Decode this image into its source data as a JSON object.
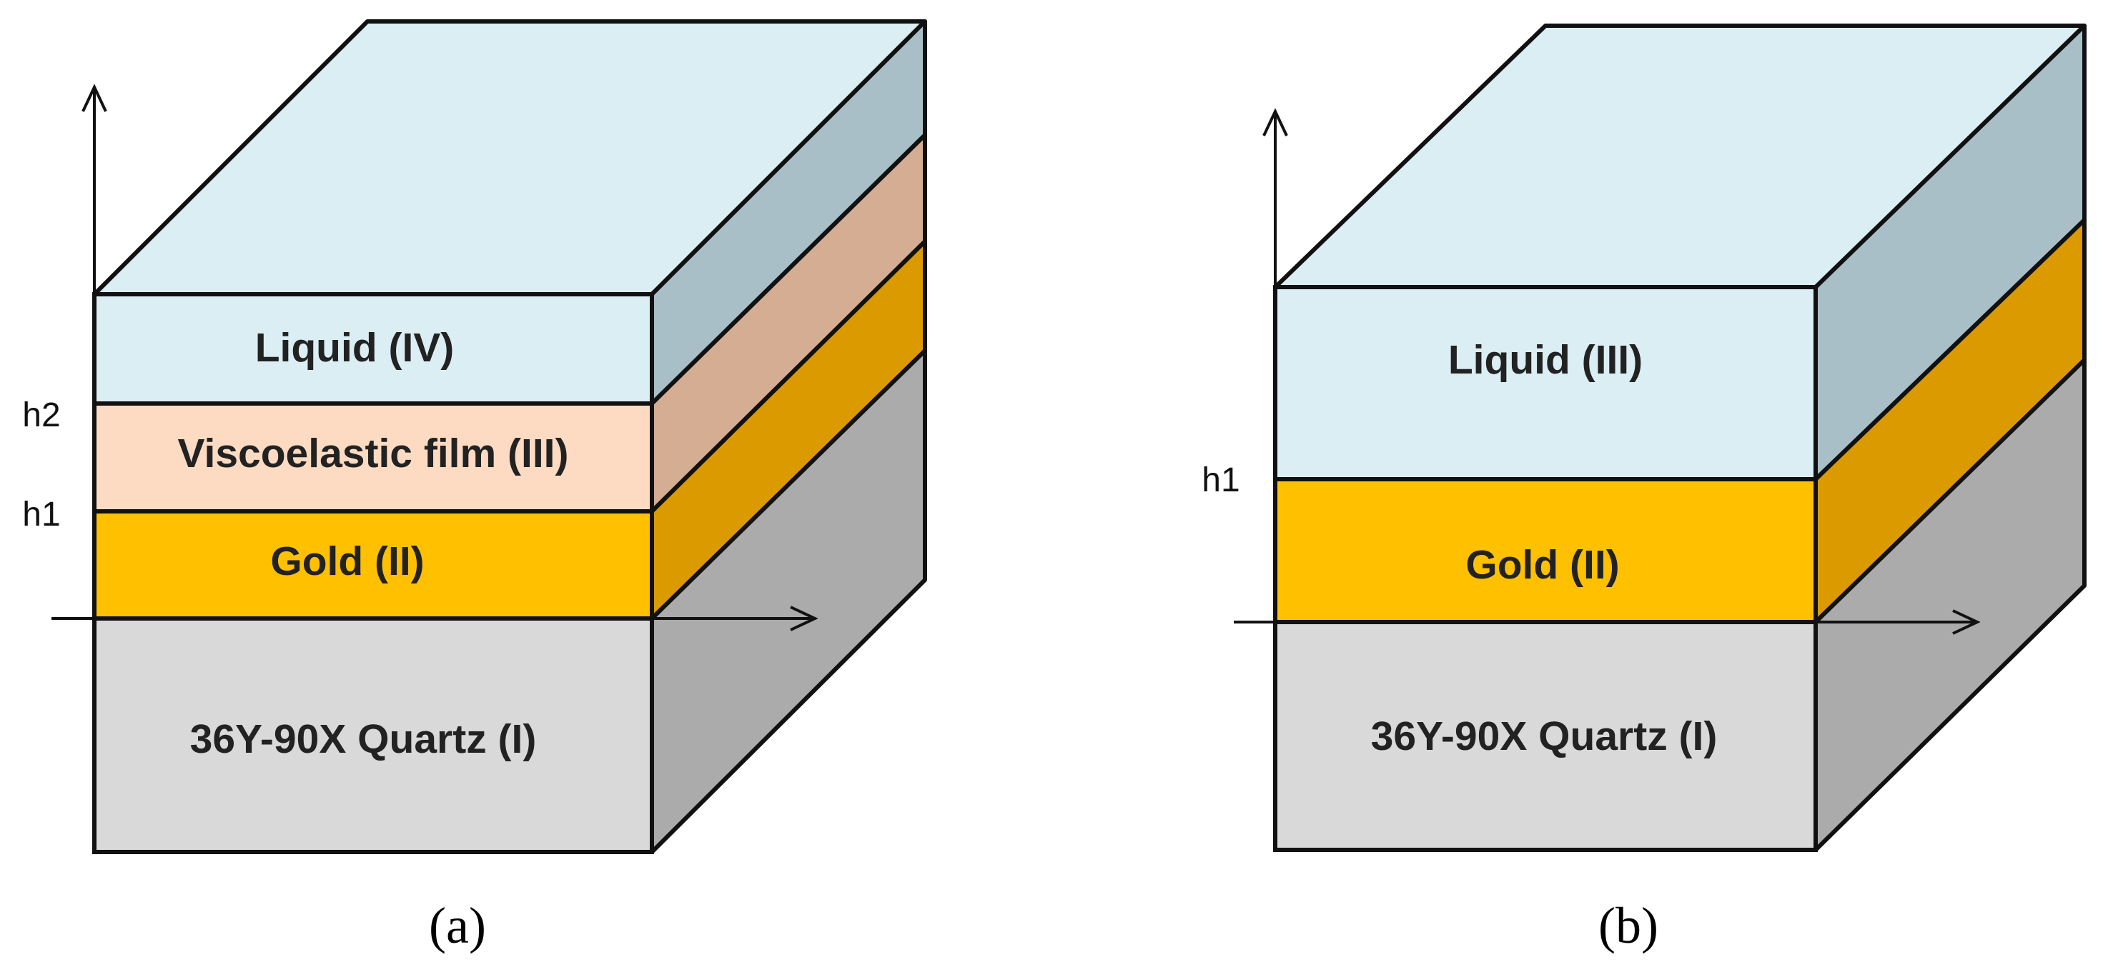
{
  "colors": {
    "liquid_front": "#DAEEF3",
    "liquid_side": "#A9BFC7",
    "liquid_top": "#DAEEF3",
    "visco_front": "#FDDBC2",
    "visco_side": "#D5AD93",
    "gold_front": "#FFC000",
    "gold_side": "#DB9A00",
    "quartz_front": "#D9D9D9",
    "quartz_side": "#ABABAB",
    "outline": "#111111"
  },
  "panel_a": {
    "caption": "(a)",
    "layers": {
      "liquid": "Liquid (IV)",
      "film": "Viscoelastic film (III)",
      "gold": "Gold (II)",
      "quartz": "36Y-90X Quartz (I)"
    },
    "axis": {
      "h2": "h2",
      "h1": "h1"
    }
  },
  "panel_b": {
    "caption": "(b)",
    "layers": {
      "liquid": "Liquid (III)",
      "gold": "Gold (II)",
      "quartz": "36Y-90X Quartz (I)"
    },
    "axis": {
      "h1": "h1"
    }
  }
}
